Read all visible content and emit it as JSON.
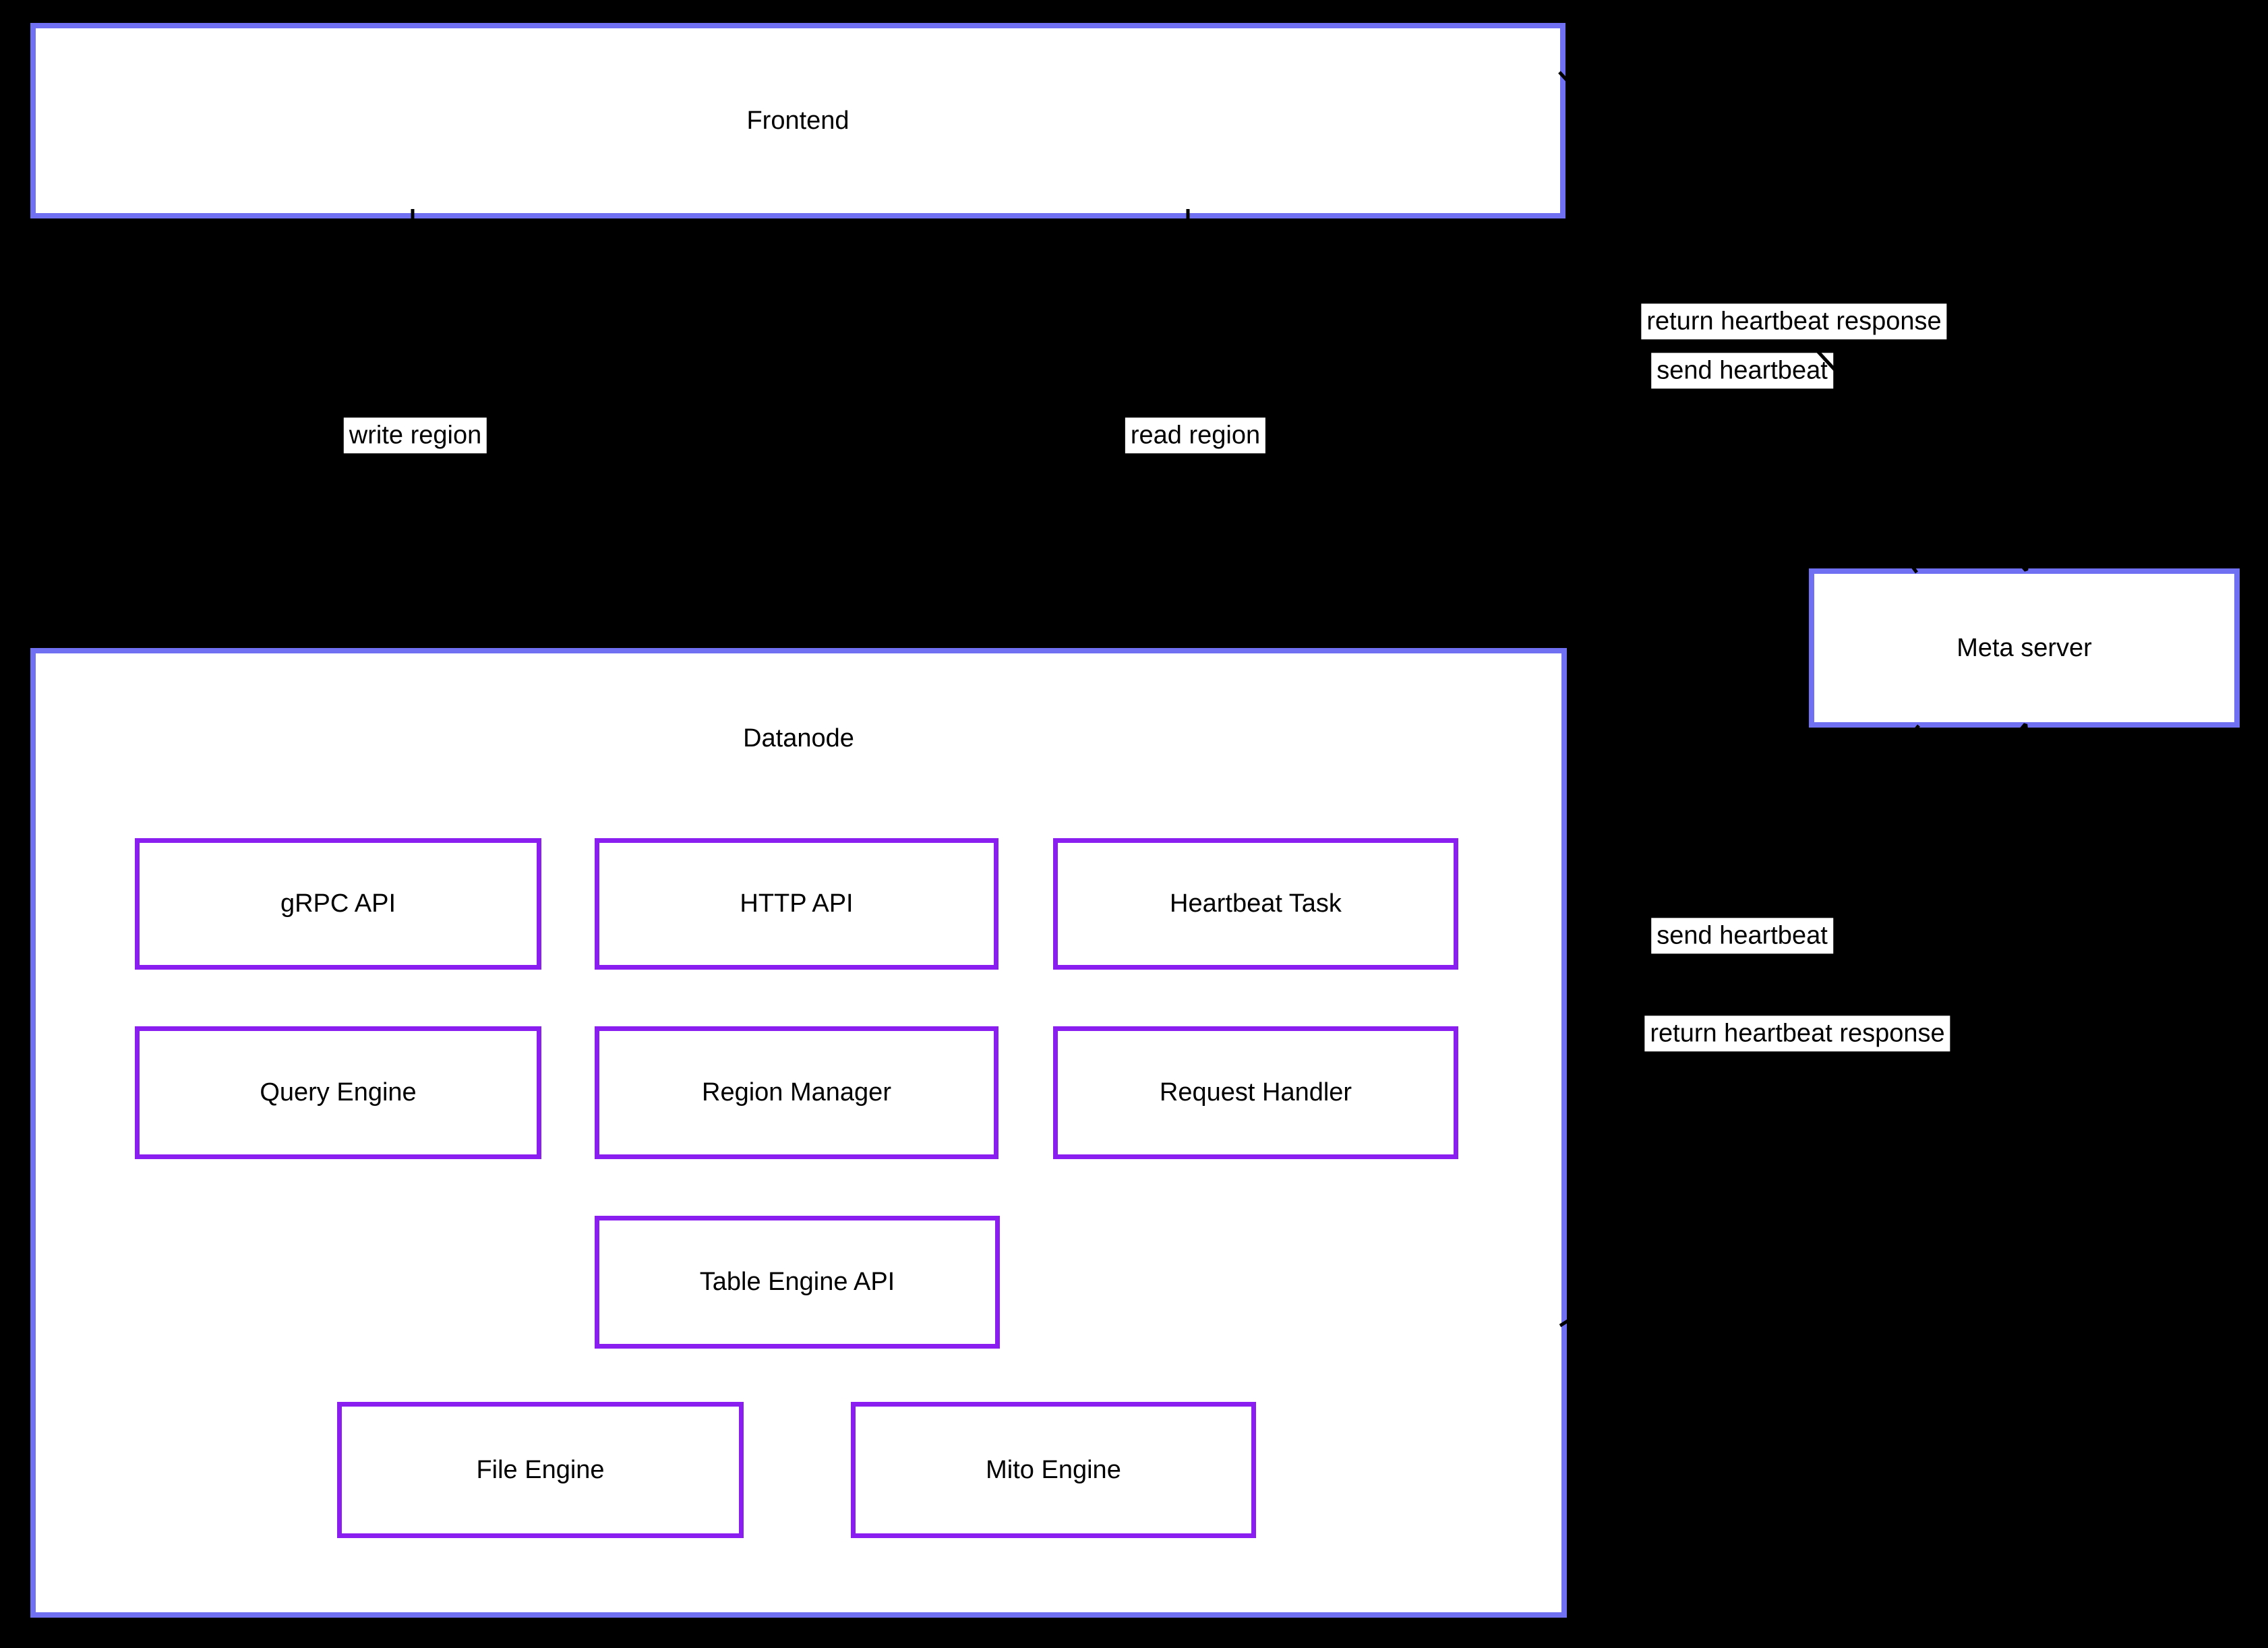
{
  "colors": {
    "bg": "#000000",
    "border-blue": "#7070f2",
    "border-purple": "#8a1df0",
    "fill": "#ffffff",
    "edge": "#000000",
    "text": "#000000"
  },
  "nodes": {
    "frontend": "Frontend",
    "datanode": "Datanode",
    "meta_server": "Meta server",
    "grpc_api": "gRPC API",
    "http_api": "HTTP API",
    "heartbeat_task": "Heartbeat Task",
    "query_engine": "Query Engine",
    "region_manager": "Region Manager",
    "request_handler": "Request Handler",
    "table_engine_api": "Table Engine API",
    "file_engine": "File Engine",
    "mito_engine": "Mito Engine"
  },
  "edge_labels": {
    "write_region": "write region",
    "read_region": "read region",
    "send_heartbeat_frontend": "send heartbeat",
    "return_heartbeat_frontend": "return heartbeat response",
    "send_heartbeat_datanode": "send heartbeat",
    "return_heartbeat_datanode": "return heartbeat response"
  }
}
